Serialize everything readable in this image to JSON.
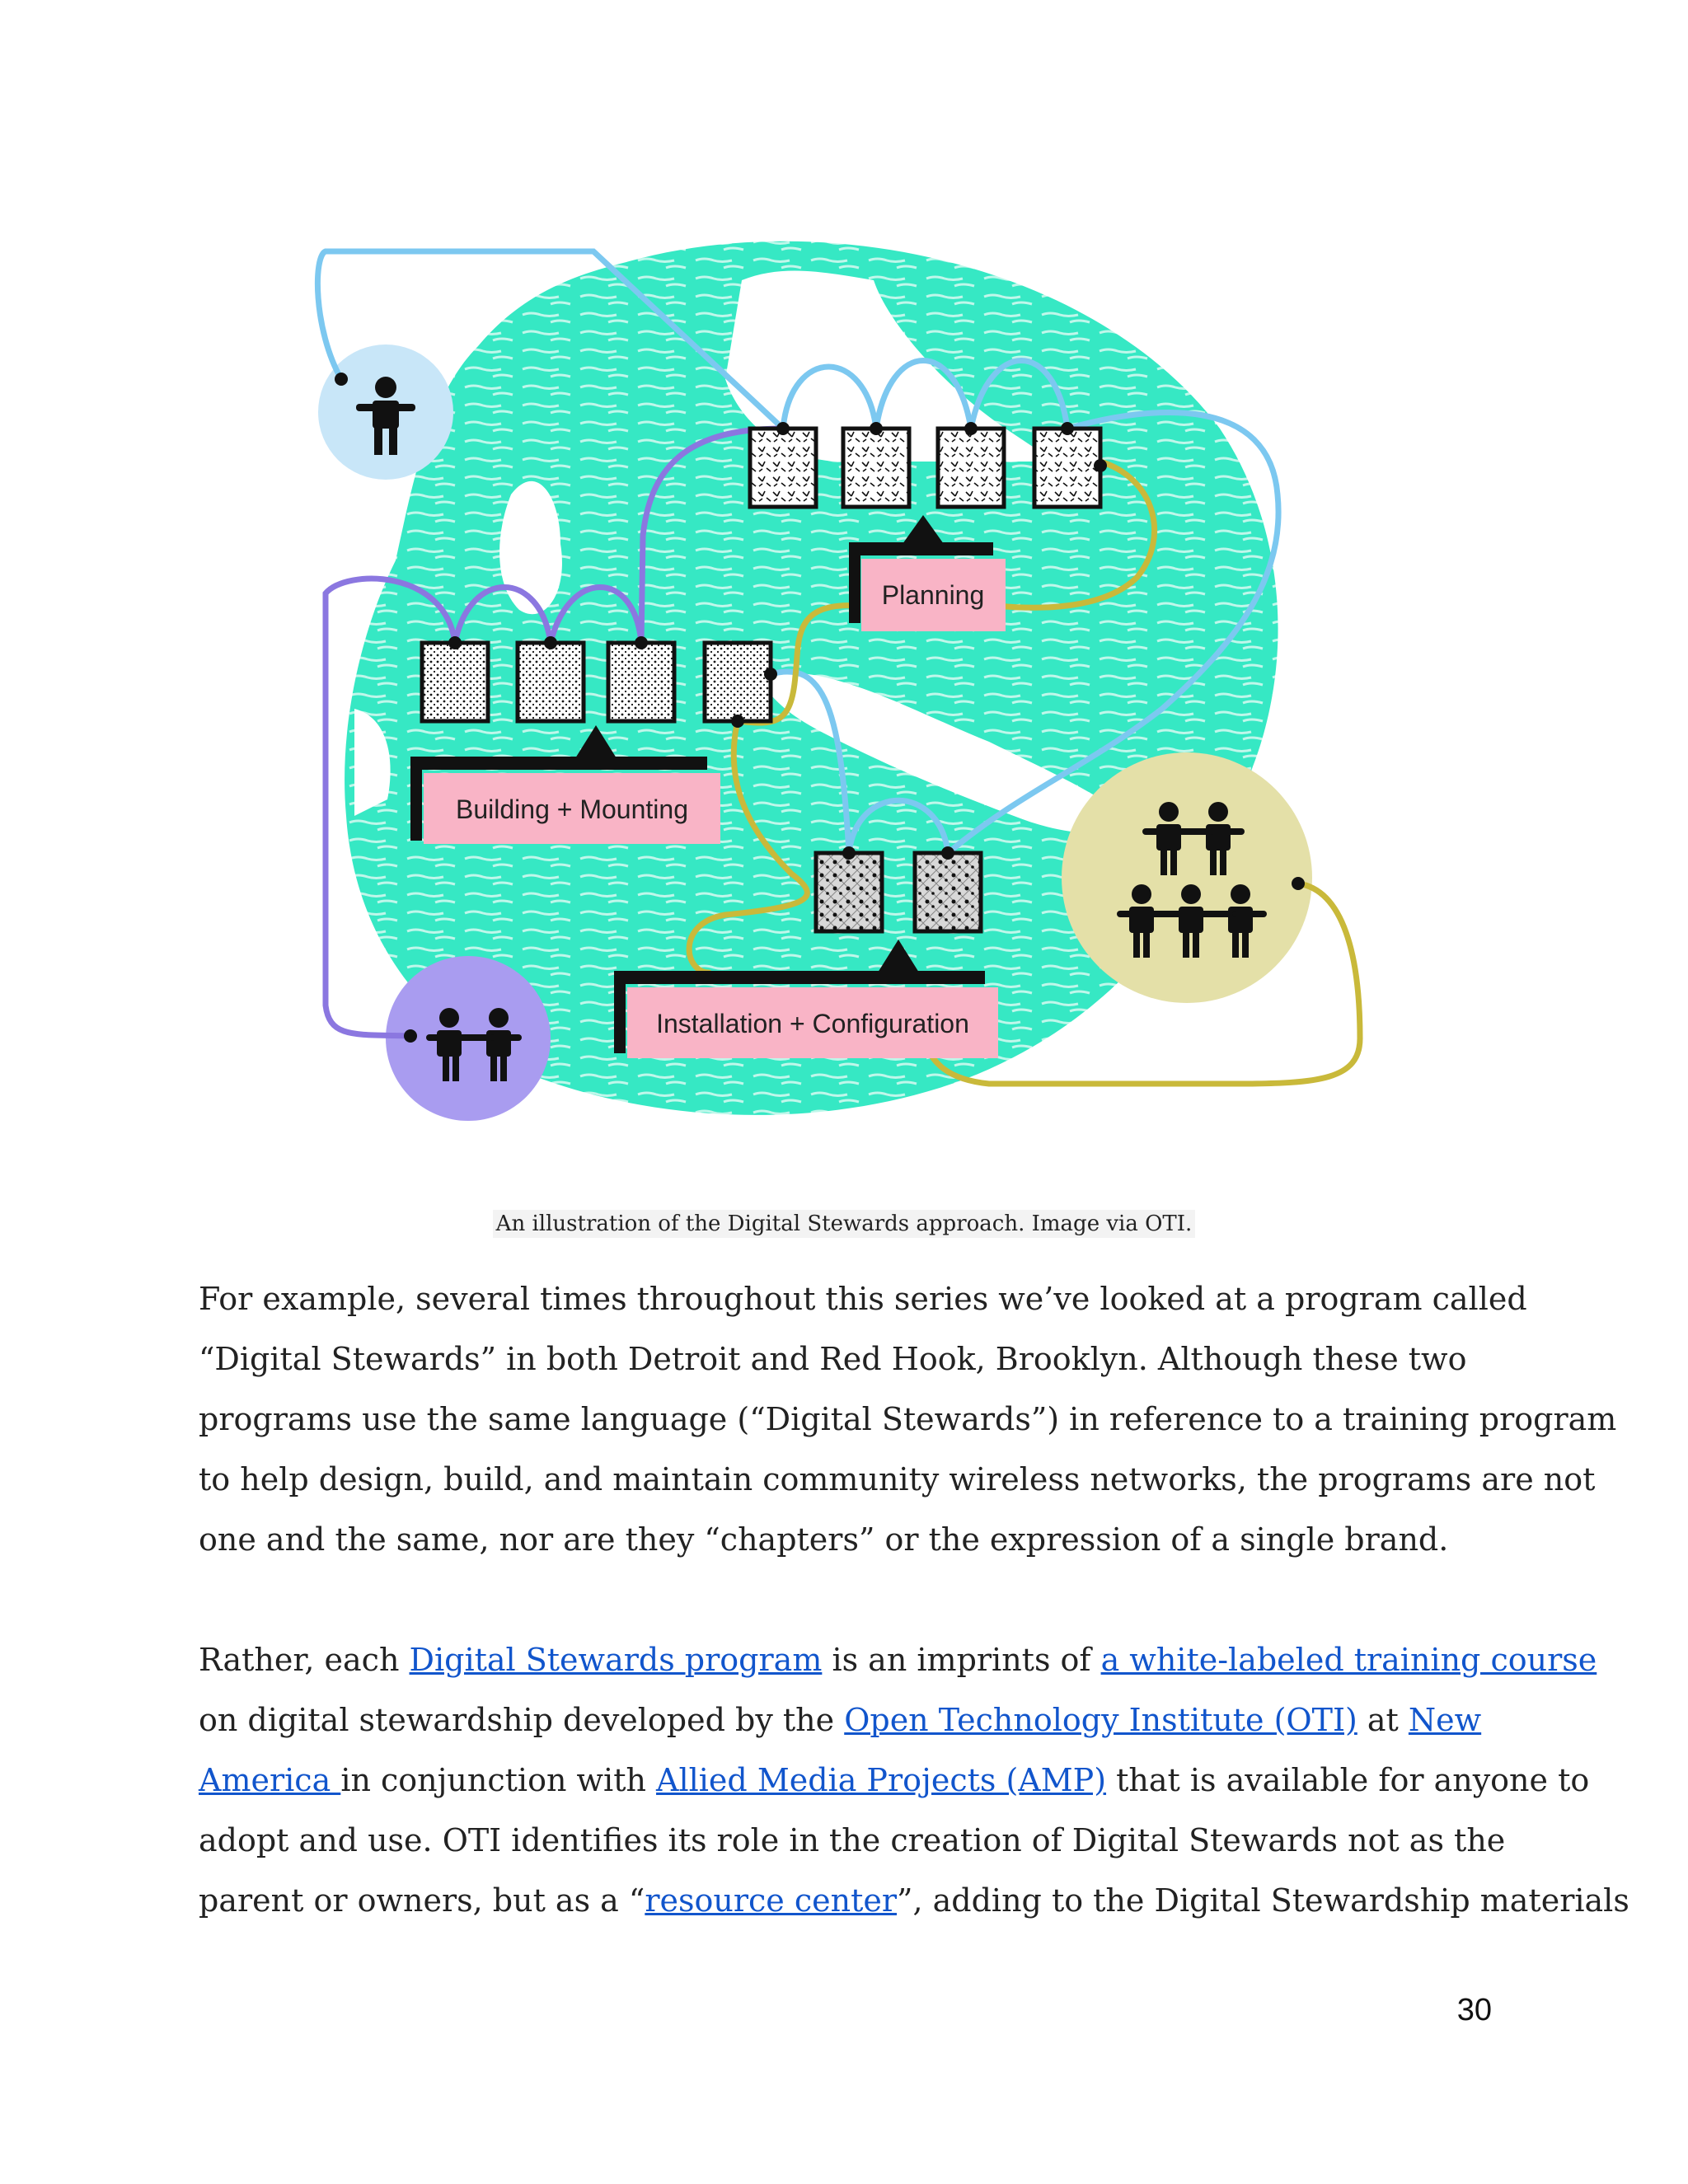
{
  "figure": {
    "labels": {
      "planning": "Planning",
      "building": "Building + Mounting",
      "installation": "Installation + Configuration"
    },
    "colors": {
      "blob": "#36e8c4",
      "pink": "#f9b4c6",
      "blue_line": "#7cc8f0",
      "purple_line": "#8b77e0",
      "olive_line": "#c9b93a",
      "circle_blue": "#c8e6f8",
      "circle_purple": "#a99cf0",
      "circle_olive": "#e4e0a8"
    }
  },
  "caption": "An illustration of the Digital Stewards approach. Image via OTI.",
  "paragraph1": {
    "lines": [
      "For example, several times throughout this series we’ve looked at a program called",
      "“Digital Stewards” in both Detroit and Red Hook, Brooklyn. Although these two",
      "programs use the same language (“Digital Stewards”) in reference to a training program",
      "to help design, build, and maintain community wireless networks, the programs are not",
      "one and the same, nor are they “chapters” or the expression of a single brand."
    ]
  },
  "paragraph2": {
    "l1_a": "Rather, each ",
    "l1_link1": "Digital Stewards program",
    "l1_b": " is an imprints of ",
    "l1_link2": "a white-labeled training course",
    "l2_a": "on digital stewardship developed by the ",
    "l2_link1": "Open Technology Institute (OTI)",
    "l2_b": " at ",
    "l2_link2": "New",
    "l3_link1": "America ",
    "l3_a": "in conjunction with ",
    "l3_link2": "Allied Media Projects (AMP)",
    "l3_b": " that is available for anyone to",
    "l4": "adopt and use. OTI identifies its role in the creation of Digital Stewards not as the",
    "l5_a": "parent or owners, but as a “",
    "l5_link": "resource center",
    "l5_b": "”, adding to the Digital Stewardship materials"
  },
  "page_number": "30"
}
